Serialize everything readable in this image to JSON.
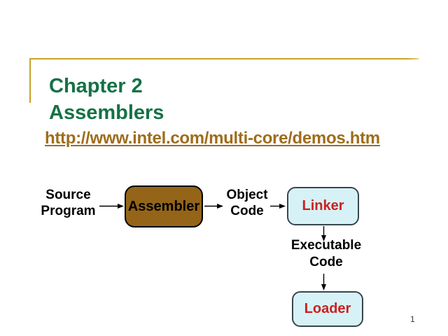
{
  "slide": {
    "title": {
      "line1": "Chapter 2",
      "line2": "Assemblers"
    },
    "link": {
      "text": "http://www.intel.com/multi-core/demos.htm"
    },
    "page_number": "1"
  },
  "diagram": {
    "source": {
      "line1": "Source",
      "line2": "Program"
    },
    "assembler": {
      "label": "Assembler"
    },
    "object": {
      "line1": "Object",
      "line2": "Code"
    },
    "linker": {
      "label": "Linker"
    },
    "executable": {
      "line1": "Executable",
      "line2": "Code"
    },
    "loader": {
      "label": "Loader"
    }
  },
  "colors": {
    "title_green": "#147245",
    "link_gold": "#9E6D1C",
    "border_gold": "#C8A22B",
    "box_brown_fill": "#946418",
    "box_cyan_fill": "#D6F2F6",
    "box_cyan_border": "#37464E",
    "box_label_red": "#CC2020"
  }
}
